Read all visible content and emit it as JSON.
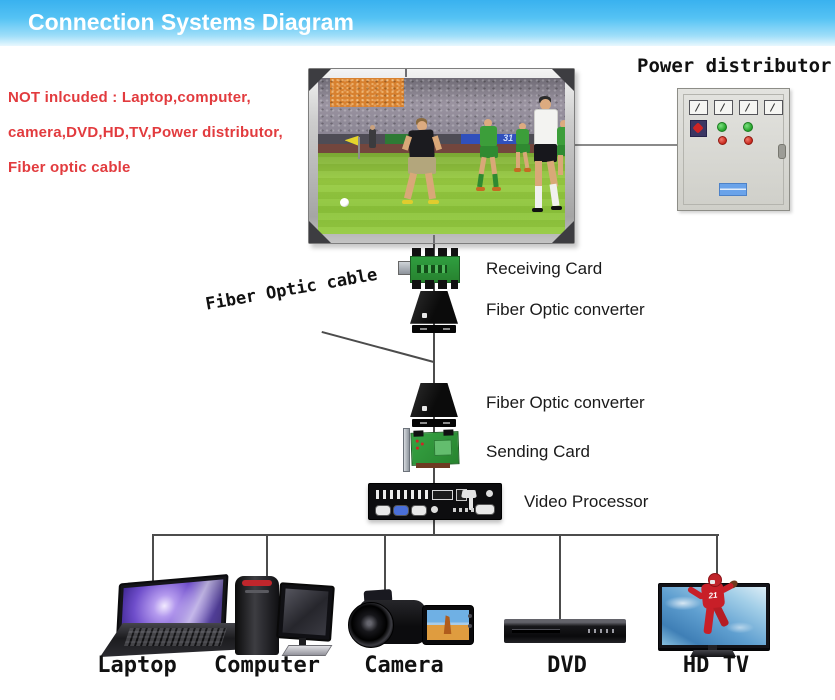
{
  "banner": {
    "title": "Connection Systems Diagram"
  },
  "note": {
    "lines": [
      "NOT inlcuded : Laptop,computer,",
      "camera,DVD,HD,TV,Power distributor,",
      "Fiber optic cable"
    ]
  },
  "power_distributor": {
    "label": "Power distributor"
  },
  "chain": {
    "receiving_card_label": "Receiving Card",
    "fiber_converter_top_label": "Fiber Optic converter",
    "fiber_cable_label": "Fiber Optic cable",
    "fiber_converter_bottom_label": "Fiber Optic converter",
    "sending_card_label": "Sending Card",
    "video_processor_label": "Video Processor"
  },
  "screen": {
    "scoreboard_text": "31"
  },
  "devices": [
    {
      "id": "laptop",
      "label": "Laptop"
    },
    {
      "id": "computer",
      "label": "Computer"
    },
    {
      "id": "camera",
      "label": "Camera"
    },
    {
      "id": "dvd",
      "label": "DVD"
    },
    {
      "id": "hdtv",
      "label": "HD TV",
      "jersey_number": "21"
    }
  ],
  "colors": {
    "banner_blue": "#39b1ef",
    "note_red": "#e23b3e",
    "line_gray": "#4c4c4c",
    "pcb_green": "#2f9e3f",
    "pitch_green": "#93c63d",
    "panel_gray": "#d6d6d0"
  }
}
